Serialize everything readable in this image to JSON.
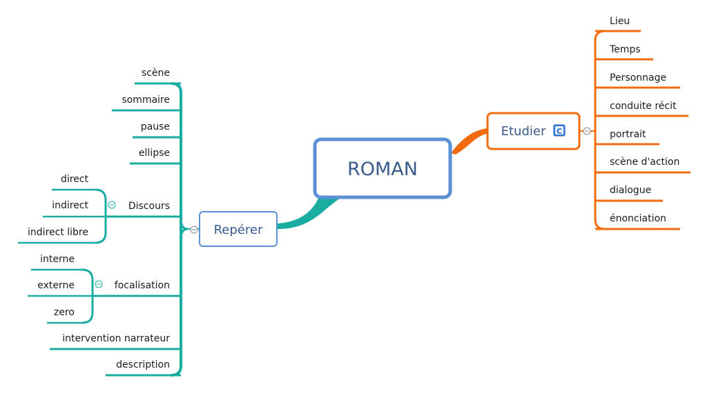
{
  "central": {
    "label": "ROMAN"
  },
  "colors": {
    "teal": "#19ada2",
    "orange": "#f26b0f",
    "blue": "#5b8fd6",
    "text": "#1a1a1a",
    "title": "#3a5a8c"
  },
  "left_branch": {
    "label": "Repérer",
    "collapse_icon": "minus-circle-icon",
    "items": [
      {
        "label": "scène"
      },
      {
        "label": "sommaire"
      },
      {
        "label": "pause"
      },
      {
        "label": "ellipse"
      },
      {
        "label": "Discours",
        "children": [
          {
            "label": "direct"
          },
          {
            "label": "indirect"
          },
          {
            "label": "indirect libre"
          }
        ]
      },
      {
        "label": "focalisation",
        "children": [
          {
            "label": "interne"
          },
          {
            "label": "externe"
          },
          {
            "label": "zero"
          }
        ]
      },
      {
        "label": "intervention narrateur"
      },
      {
        "label": "description"
      }
    ]
  },
  "right_branch": {
    "label": "Etudier",
    "badge_icon": "c-badge-icon",
    "badge_text": "C",
    "collapse_icon": "minus-circle-icon",
    "items": [
      {
        "label": "Lieu"
      },
      {
        "label": "Temps"
      },
      {
        "label": "Personnage"
      },
      {
        "label": "conduite récit"
      },
      {
        "label": "portrait"
      },
      {
        "label": "scène d'action"
      },
      {
        "label": "dialogue"
      },
      {
        "label": "énonciation"
      }
    ]
  }
}
